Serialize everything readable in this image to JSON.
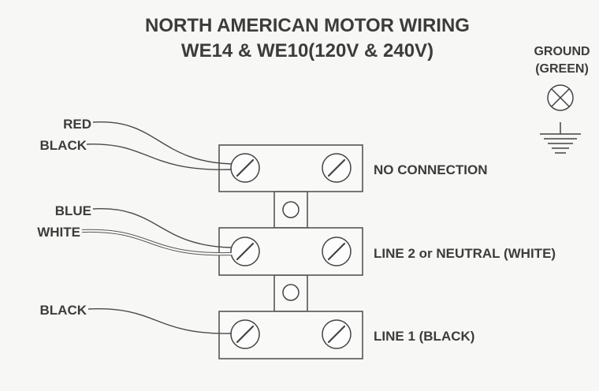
{
  "title": {
    "line1": "NORTH AMERICAN MOTOR WIRING",
    "line2": "WE14 & WE10(120V & 240V)"
  },
  "ground": {
    "label1": "GROUND",
    "label2": "(GREEN)",
    "icon": "ground-symbol"
  },
  "wires": {
    "red": "RED",
    "black_top": "BLACK",
    "blue": "BLUE",
    "white": "WHITE",
    "black_bottom": "BLACK"
  },
  "terminals": {
    "top": "NO CONNECTION",
    "middle": "LINE 2 or NEUTRAL (WHITE)",
    "bottom": "LINE 1 (BLACK)"
  }
}
